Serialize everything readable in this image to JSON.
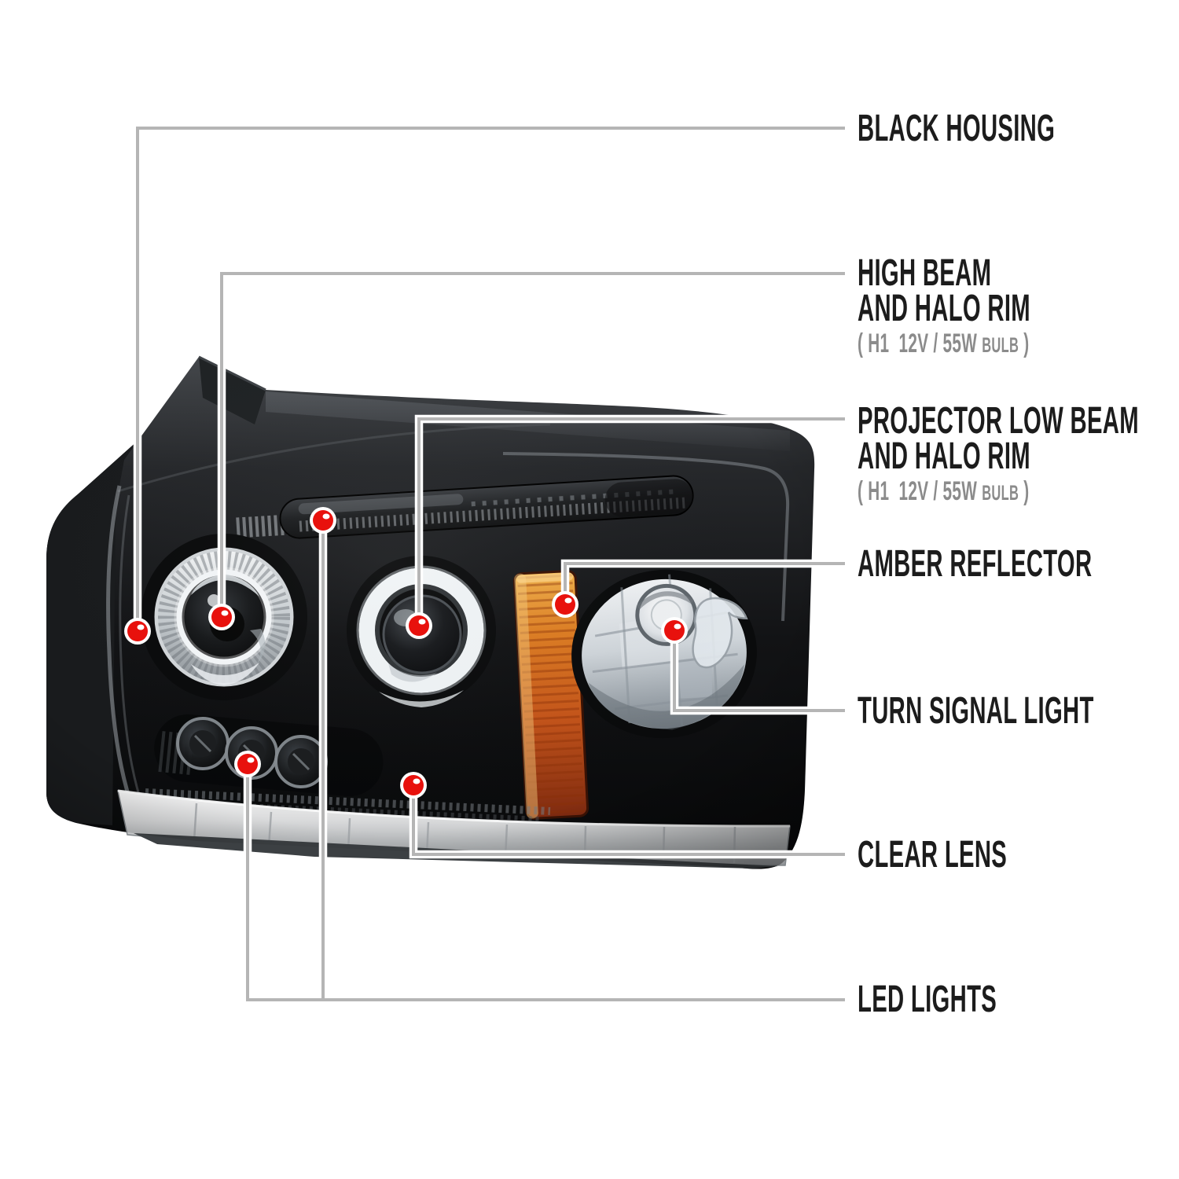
{
  "diagram_title": "headlight-features-callout-diagram",
  "colors": {
    "background": "#ffffff",
    "line": "#b5b5b5",
    "line_casing": "#ffffff",
    "marker_red": "#e8110d",
    "marker_ring": "#ffffff",
    "label_text": "#1c1c1c",
    "label_muted": "#8b8b8b",
    "amber": "#c4541a",
    "chrome": "#c9ccce",
    "housing_black": "#141618"
  },
  "callouts": [
    {
      "id": "black-housing",
      "label": "BLACK HOUSING"
    },
    {
      "id": "high-beam",
      "label": "HIGH BEAM",
      "label2": "AND HALO RIM",
      "sub_prefix": "( H1  12V / 55W ",
      "sub_small": "BULB",
      "sub_suffix": " )"
    },
    {
      "id": "projector-low-beam",
      "label": "PROJECTOR LOW BEAM",
      "label2": "AND HALO RIM",
      "sub_prefix": "( H1  12V / 55W ",
      "sub_small": "BULB",
      "sub_suffix": " )"
    },
    {
      "id": "amber-reflector",
      "label": "AMBER REFLECTOR"
    },
    {
      "id": "turn-signal-light",
      "label": "TURN SIGNAL LIGHT"
    },
    {
      "id": "clear-lens",
      "label": "CLEAR LENS"
    },
    {
      "id": "led-lights",
      "label": "LED LIGHTS"
    }
  ]
}
